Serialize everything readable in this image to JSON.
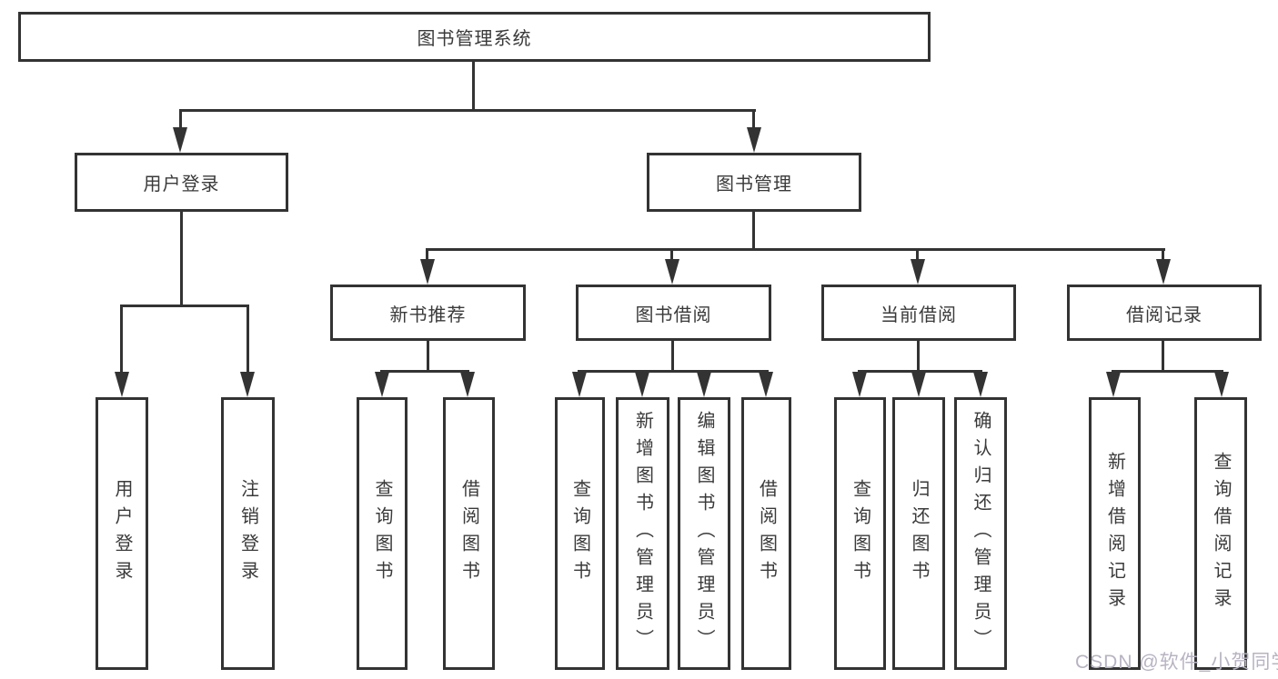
{
  "diagram": {
    "root": {
      "label": "图书管理系统"
    },
    "level2": {
      "user_login": {
        "label": "用户登录"
      },
      "book_mgmt": {
        "label": "图书管理"
      }
    },
    "level3": {
      "new_book_rec": {
        "label": "新书推荐"
      },
      "book_borrow": {
        "label": "图书借阅"
      },
      "current_borrow": {
        "label": "当前借阅"
      },
      "borrow_records": {
        "label": "借阅记录"
      }
    },
    "leaves": {
      "user_login": {
        "label": "用户登录"
      },
      "logout": {
        "label": "注销登录"
      },
      "nbr_query_books": {
        "label": "查询图书"
      },
      "nbr_borrow_books": {
        "label": "借阅图书"
      },
      "bb_query_books": {
        "label": "查询图书"
      },
      "bb_add_books": {
        "label": "新增图书（管理员）"
      },
      "bb_edit_books": {
        "label": "编辑图书（管理员）"
      },
      "bb_borrow_books": {
        "label": "借阅图书"
      },
      "cb_query_books": {
        "label": "查询图书"
      },
      "cb_return_books": {
        "label": "归还图书"
      },
      "cb_confirm_return": {
        "label": "确认归还（管理员）"
      },
      "br_add_record": {
        "label": "新增借阅记录"
      },
      "br_query_record": {
        "label": "查询借阅记录"
      }
    }
  },
  "watermark": {
    "text": "CSDN @软件_小贺同学"
  },
  "colors": {
    "line": "#333333",
    "text": "#3a3a3a",
    "watermark": "#b8b3c2",
    "background": "#ffffff"
  }
}
